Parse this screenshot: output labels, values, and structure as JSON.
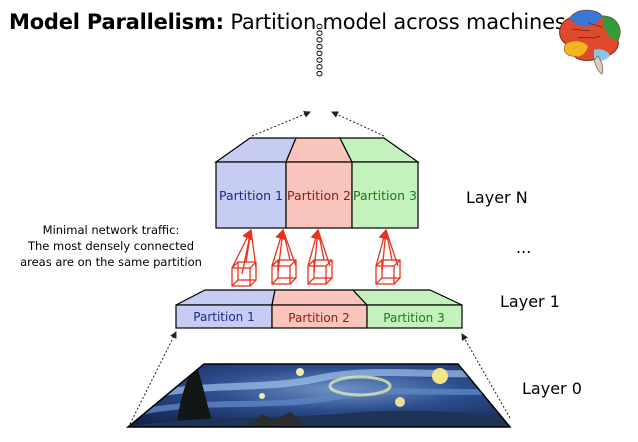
{
  "title": {
    "bold": "Model Parallelism:",
    "rest": "Partition model across machines"
  },
  "icon": "brain-icon",
  "dots": "oooooooo",
  "note": {
    "line1": "Minimal network traffic:",
    "line2": "The most densely connected",
    "line3": "areas are on the same partition"
  },
  "layers": {
    "layer_n": "Layer N",
    "ellipsis": "...",
    "layer_1": "Layer 1",
    "layer_0": "Layer 0"
  },
  "layer_n_partitions": [
    "Partition 1",
    "Partition 2",
    "Partition 3"
  ],
  "layer_1_partitions": [
    "Partition 1",
    "Partition 2",
    "Partition 3"
  ],
  "colors": {
    "partition_1_fill": "#c6ccf2",
    "partition_2_fill": "#f8c4bb",
    "partition_3_fill": "#c3f2bd",
    "partition_1_text": "#1c2a8c",
    "partition_2_text": "#8e1c14",
    "partition_3_text": "#1d7a1d",
    "connection": "#e8321e"
  }
}
